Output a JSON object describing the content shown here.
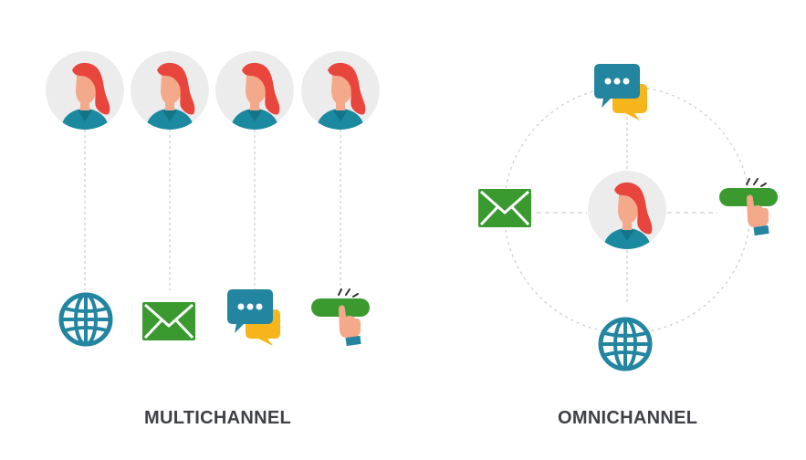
{
  "colors": {
    "avatar_bg": "#ececec",
    "skin": "#f4a98a",
    "hair": "#e8463c",
    "shirt": "#1b8aa0",
    "teal": "#2385a0",
    "green": "#3a9a30",
    "yellow": "#f7b51c",
    "line": "#cfcfcf",
    "text": "#3f4147"
  },
  "multichannel": {
    "label": "MULTICHANNEL",
    "people": [
      "person-avatar",
      "person-avatar",
      "person-avatar",
      "person-avatar"
    ],
    "channels": [
      "globe-icon",
      "envelope-icon",
      "chat-bubbles-icon",
      "click-button-icon"
    ]
  },
  "omnichannel": {
    "label": "OMNICHANNEL",
    "center": "person-avatar",
    "channels": [
      "chat-bubbles-icon",
      "envelope-icon",
      "click-button-icon",
      "globe-icon"
    ]
  }
}
